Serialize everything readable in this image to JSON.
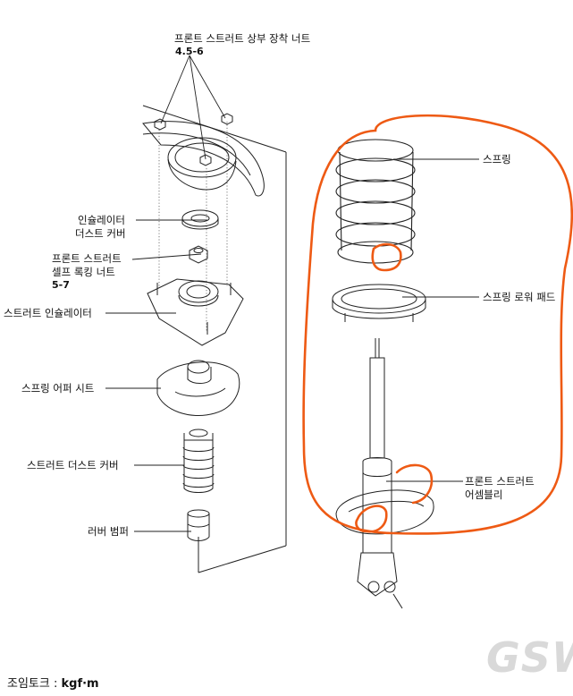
{
  "labels": {
    "top_nut": "프론트 스트러트 상부 장착 너트",
    "top_nut_torque": "4.5-6",
    "insulator_dust_cover_1": "인슐레이터",
    "insulator_dust_cover_2": "더스트 커버",
    "self_lock_nut_1": "프론트 스트러트",
    "self_lock_nut_2": "셀프 록킹 너트",
    "self_lock_nut_torque": "5-7",
    "strut_insulator": "스트러트 인슐레이터",
    "spring_upper_seat": "스프링 어퍼 시트",
    "strut_dust_cover": "스트러트 더스트 커버",
    "rubber_bumper": "러버 범퍼",
    "spring": "스프링",
    "spring_lower_pad": "스프링 로워 패드",
    "strut_assembly_1": "프론트 스트러트",
    "strut_assembly_2": "어셈블리"
  },
  "footer": {
    "prefix": "조임토크 : ",
    "unit": "kgf·m"
  },
  "logo": "GSW",
  "colors": {
    "line": "#222222",
    "highlight": "#ee5a14",
    "logo": "#d9d9d9"
  }
}
